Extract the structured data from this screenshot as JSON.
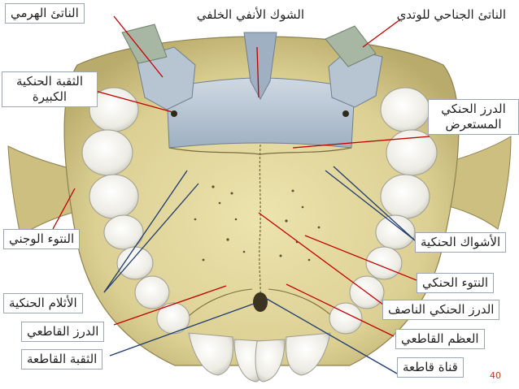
{
  "labels": {
    "pyramidal_process": "الناتئ الهرمي",
    "posterior_nasal_spine": [
      "الشوك الأنفي",
      "الخلفي"
    ],
    "pterygoid_hamulus": [
      "الناتئ الجناحي",
      "للوتدي"
    ],
    "greater_palatine_foramen": [
      "الثقبة الحنكية",
      "الكبيرة"
    ],
    "transverse_palatine_suture": [
      "الدرز الحنكي",
      "المستعرض"
    ],
    "palatine_spines": "الأشواك الحنكية",
    "zygomatic_process": "النتوء الوجني",
    "palatine_process": "النتوء الحنكي",
    "palatine_grooves": "الأثلام الحنكية",
    "median_palatine_suture": "الدرز الحنكي الناصف",
    "incisive_suture": "الدرز القاطعي",
    "incisive_bone": "العظم القاطعي",
    "incisive_foramen": "الثقبة القاطعة",
    "incisive_canal": "قناة قاطعة"
  },
  "page_number": "40",
  "colors": {
    "bone": "#e3d9a2",
    "bone_shadow": "#c9bb7a",
    "palatine_bone": "#b9c6d3",
    "tooth": "#f3f2ec",
    "red_line": "#c00000",
    "navy_line": "#1f3a6e"
  }
}
